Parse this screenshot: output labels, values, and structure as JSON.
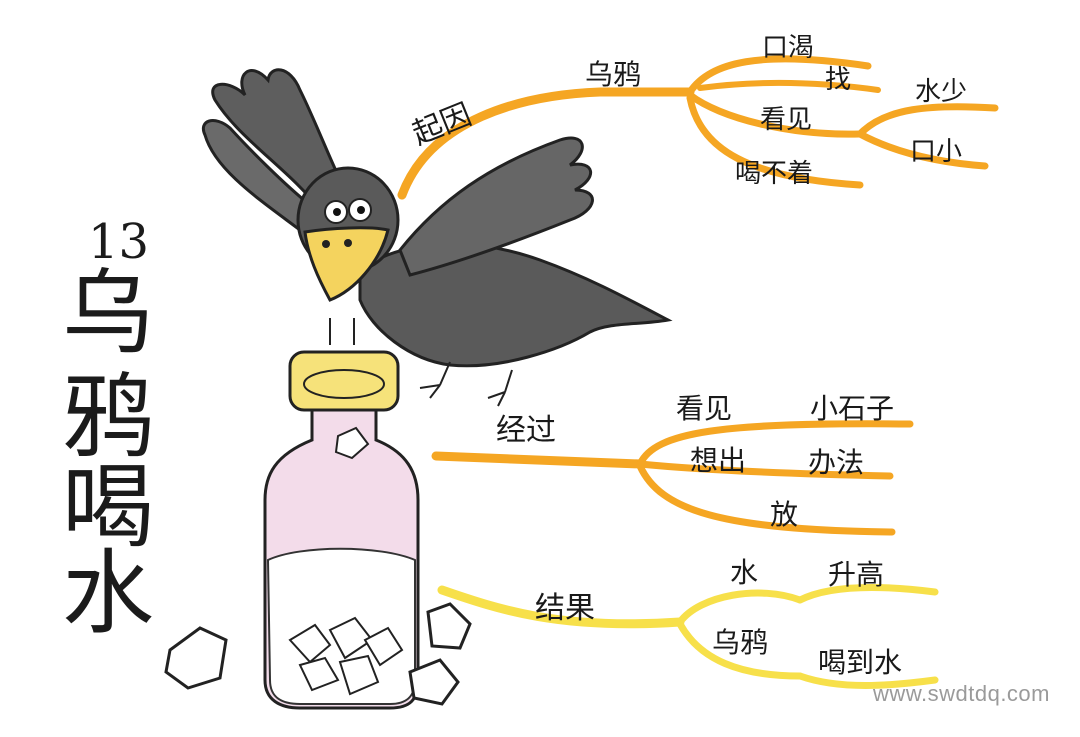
{
  "title": {
    "number": "13",
    "chars": [
      "乌",
      "鸦",
      "喝",
      "水"
    ]
  },
  "branches": {
    "start": {
      "label": "起因",
      "node": "乌鸦",
      "sub": [
        "口渴",
        "找",
        "看见",
        "喝不着"
      ],
      "leaves": [
        "水少",
        "口小"
      ]
    },
    "process": {
      "label": "经过",
      "sub": [
        "看见",
        "想出",
        "放"
      ],
      "leaves": [
        "小石子",
        "办法"
      ]
    },
    "result": {
      "label": "结果",
      "sub": [
        "水",
        "乌鸦"
      ],
      "leaves": [
        "升高",
        "喝到水"
      ]
    }
  },
  "watermark": "www.swdtdq.com",
  "colors": {
    "start_branch": "#f5a623",
    "process_branch": "#f5a623",
    "result_branch": "#f7e04a",
    "crow": "#5a5a5a",
    "beak": "#f4d35e",
    "bottle": "#e6b8d6",
    "cap": "#f6e27a"
  }
}
